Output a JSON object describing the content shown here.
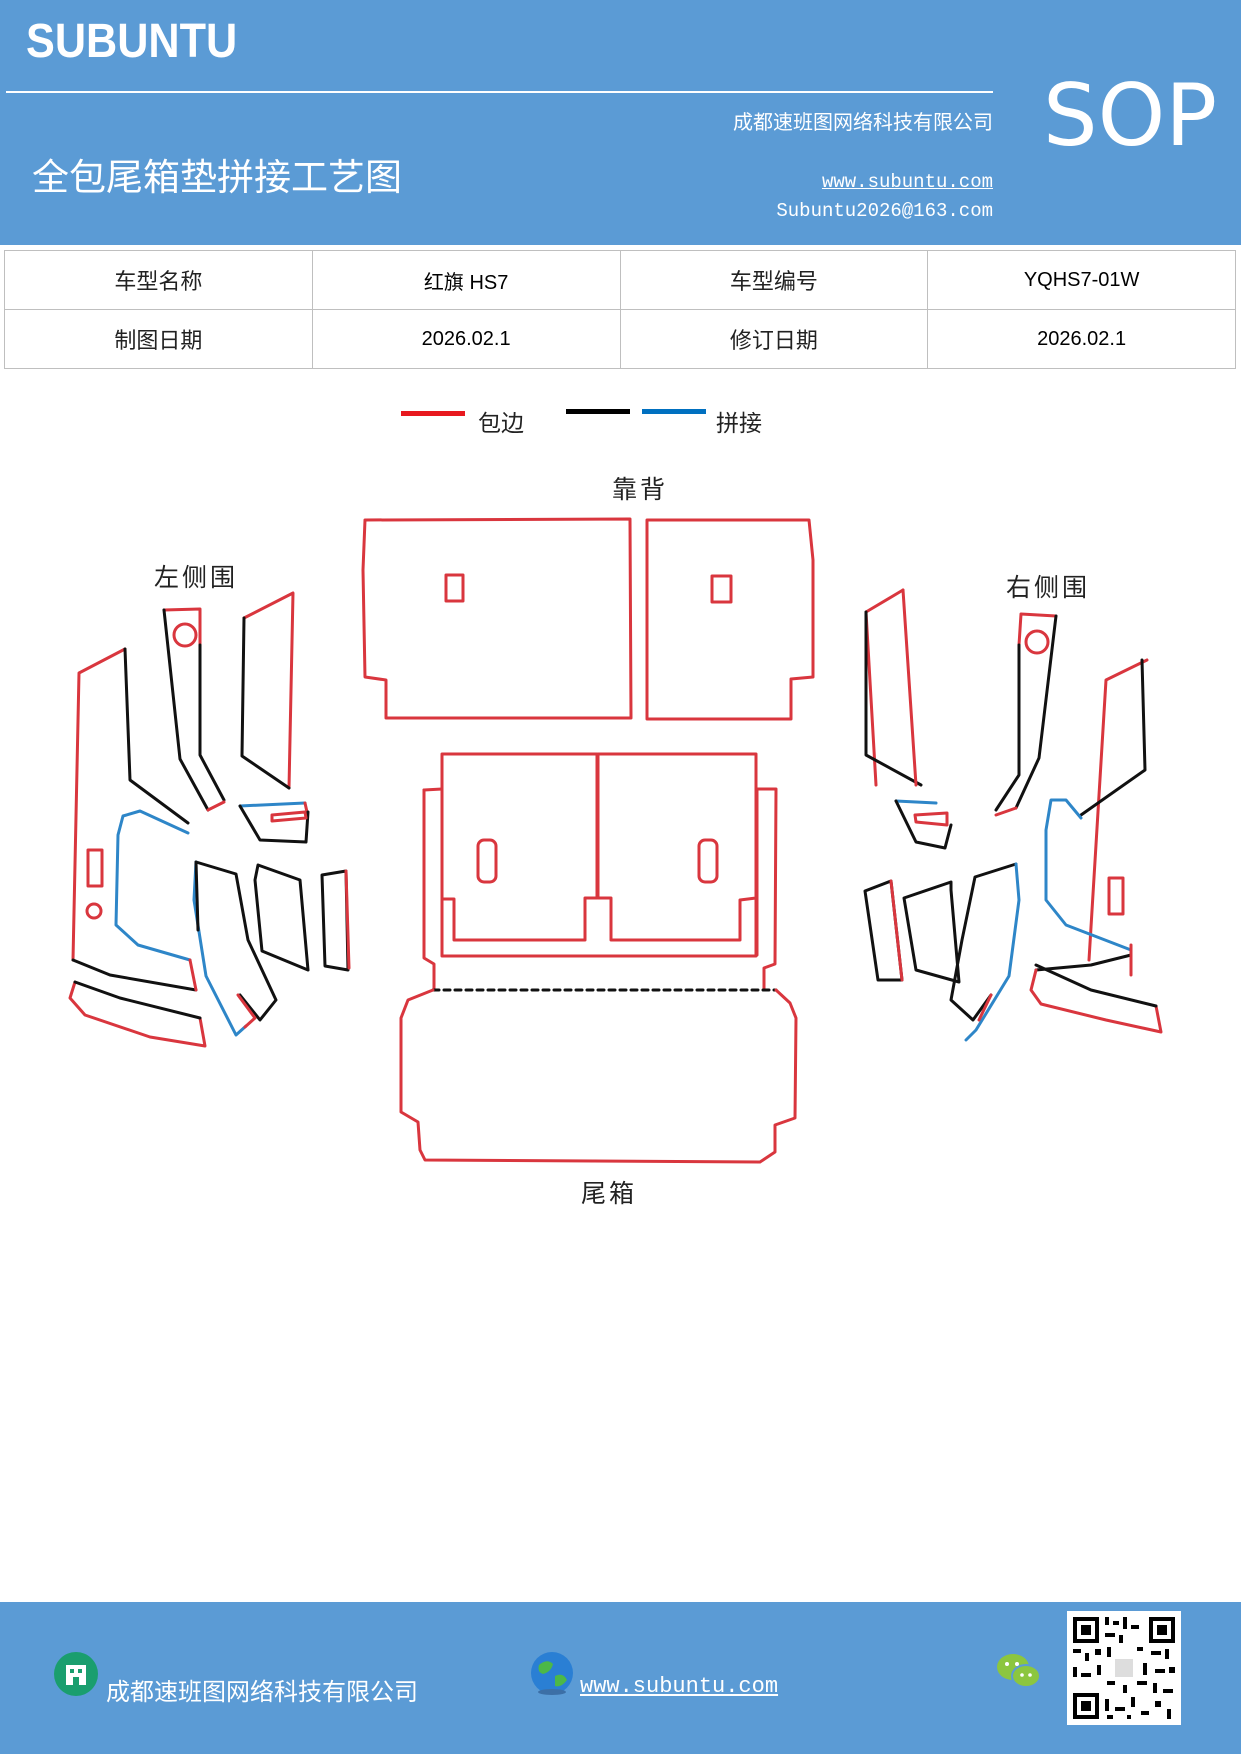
{
  "header": {
    "logo": "SUBUNTU",
    "company": "成都速班图网络科技有限公司",
    "title": "全包尾箱垫拼接工艺图",
    "website": "www.subuntu.com",
    "email": "Subuntu2026@163.com",
    "badge": "SOP"
  },
  "info_table": {
    "model_name_label": "车型名称",
    "model_name": "红旗 HS7",
    "model_code_label": "车型编号",
    "model_code": "YQHS7-01W",
    "draw_date_label": "制图日期",
    "draw_date": "2026.02.1",
    "revise_date_label": "修订日期",
    "revise_date": "2026.02.1"
  },
  "legend": {
    "items": [
      {
        "label": "包边",
        "color": "#e8191f"
      },
      {
        "label": "",
        "color": "#000000"
      },
      {
        "label": "拼接",
        "color": "#0070c0"
      }
    ]
  },
  "diagram": {
    "labels": {
      "backrest": "靠背",
      "left_side": "左侧围",
      "right_side": "右侧围",
      "trunk": "尾箱"
    },
    "colors": {
      "edge": "#d9363e",
      "seam": "#111111",
      "splice": "#2e86c8"
    }
  },
  "footer": {
    "company": "成都速班图网络科技有限公司",
    "website": "www.subuntu.com",
    "icons": [
      "building-icon",
      "globe-icon",
      "wechat-icon",
      "qr-code"
    ]
  }
}
